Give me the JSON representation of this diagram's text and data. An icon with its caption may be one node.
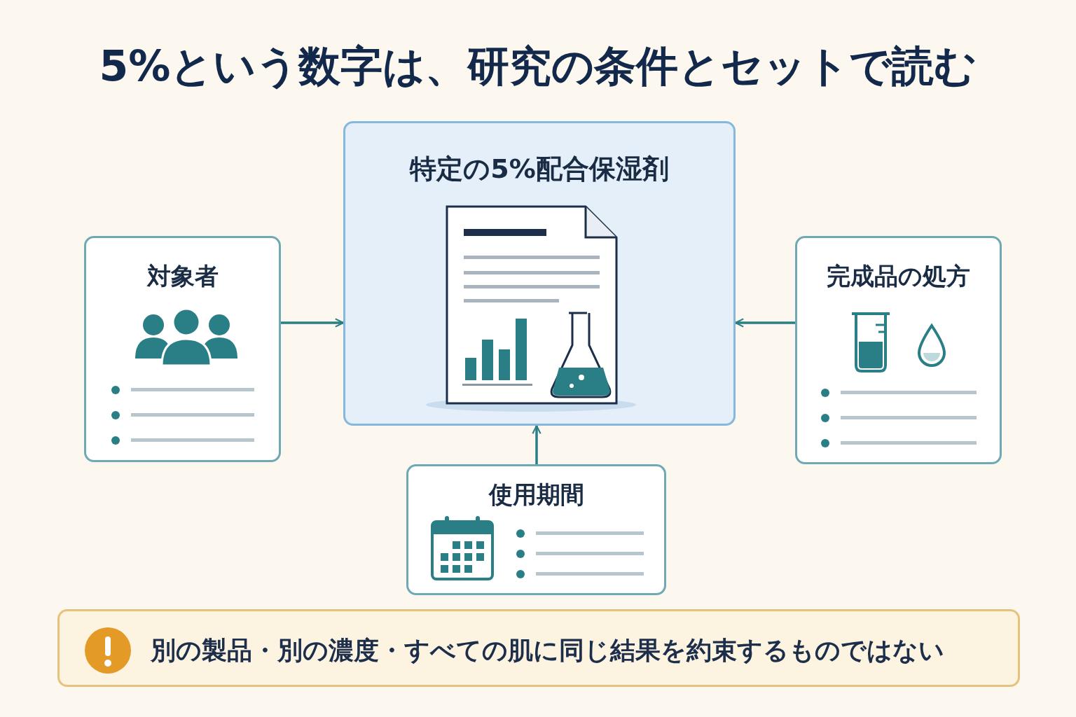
{
  "diagram": {
    "title": "5%という数字は、研究の条件とセットで読む",
    "nodes": [
      {
        "text": [
          "特定の5%配合保湿剤"
        ]
      },
      {
        "text": [
          "対象者"
        ]
      },
      {
        "text": [
          "完成品の処方"
        ]
      },
      {
        "text": [
          "使用期間"
        ]
      },
      {
        "text": [
          "別の製品・別の濃度・すべての肌に同じ結果を約束するものではない"
        ]
      }
    ],
    "edges": [
      {
        "from": 1,
        "to": 0,
        "arrow": "to"
      },
      {
        "from": 2,
        "to": 0,
        "arrow": "to"
      },
      {
        "from": 3,
        "to": 0,
        "arrow": "to"
      }
    ]
  }
}
